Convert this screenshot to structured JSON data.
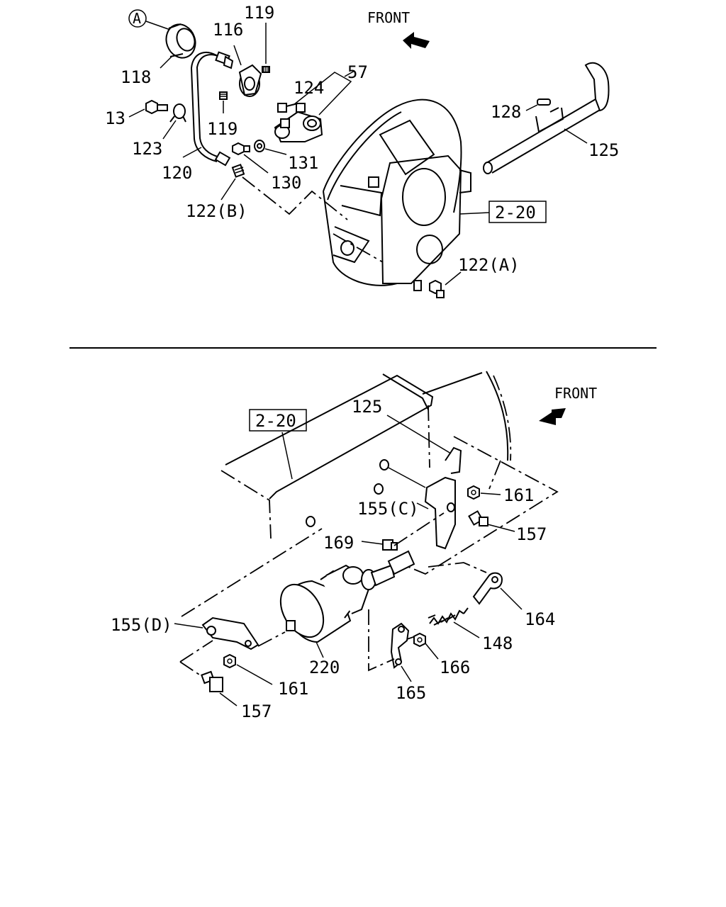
{
  "top_view": {
    "front_label": "FRONT",
    "circle_ref": "A",
    "ref_box": "2-20",
    "callouts": {
      "p118": "118",
      "p116": "116",
      "p119a": "119",
      "p119b": "119",
      "p57": "57",
      "p124": "124",
      "p13": "13",
      "p123": "123",
      "p120": "120",
      "p131": "131",
      "p130": "130",
      "p122b": "122(B)",
      "p128": "128",
      "p125": "125",
      "p122a": "122(A)"
    }
  },
  "bottom_view": {
    "front_label": "FRONT",
    "ref_box": "2-20",
    "callouts": {
      "p125": "125",
      "p161a": "161",
      "p155c": "155(C)",
      "p157a": "157",
      "p169": "169",
      "p164": "164",
      "p155d": "155(D)",
      "p148": "148",
      "p220": "220",
      "p166": "166",
      "p161b": "161",
      "p165": "165",
      "p157b": "157"
    }
  }
}
